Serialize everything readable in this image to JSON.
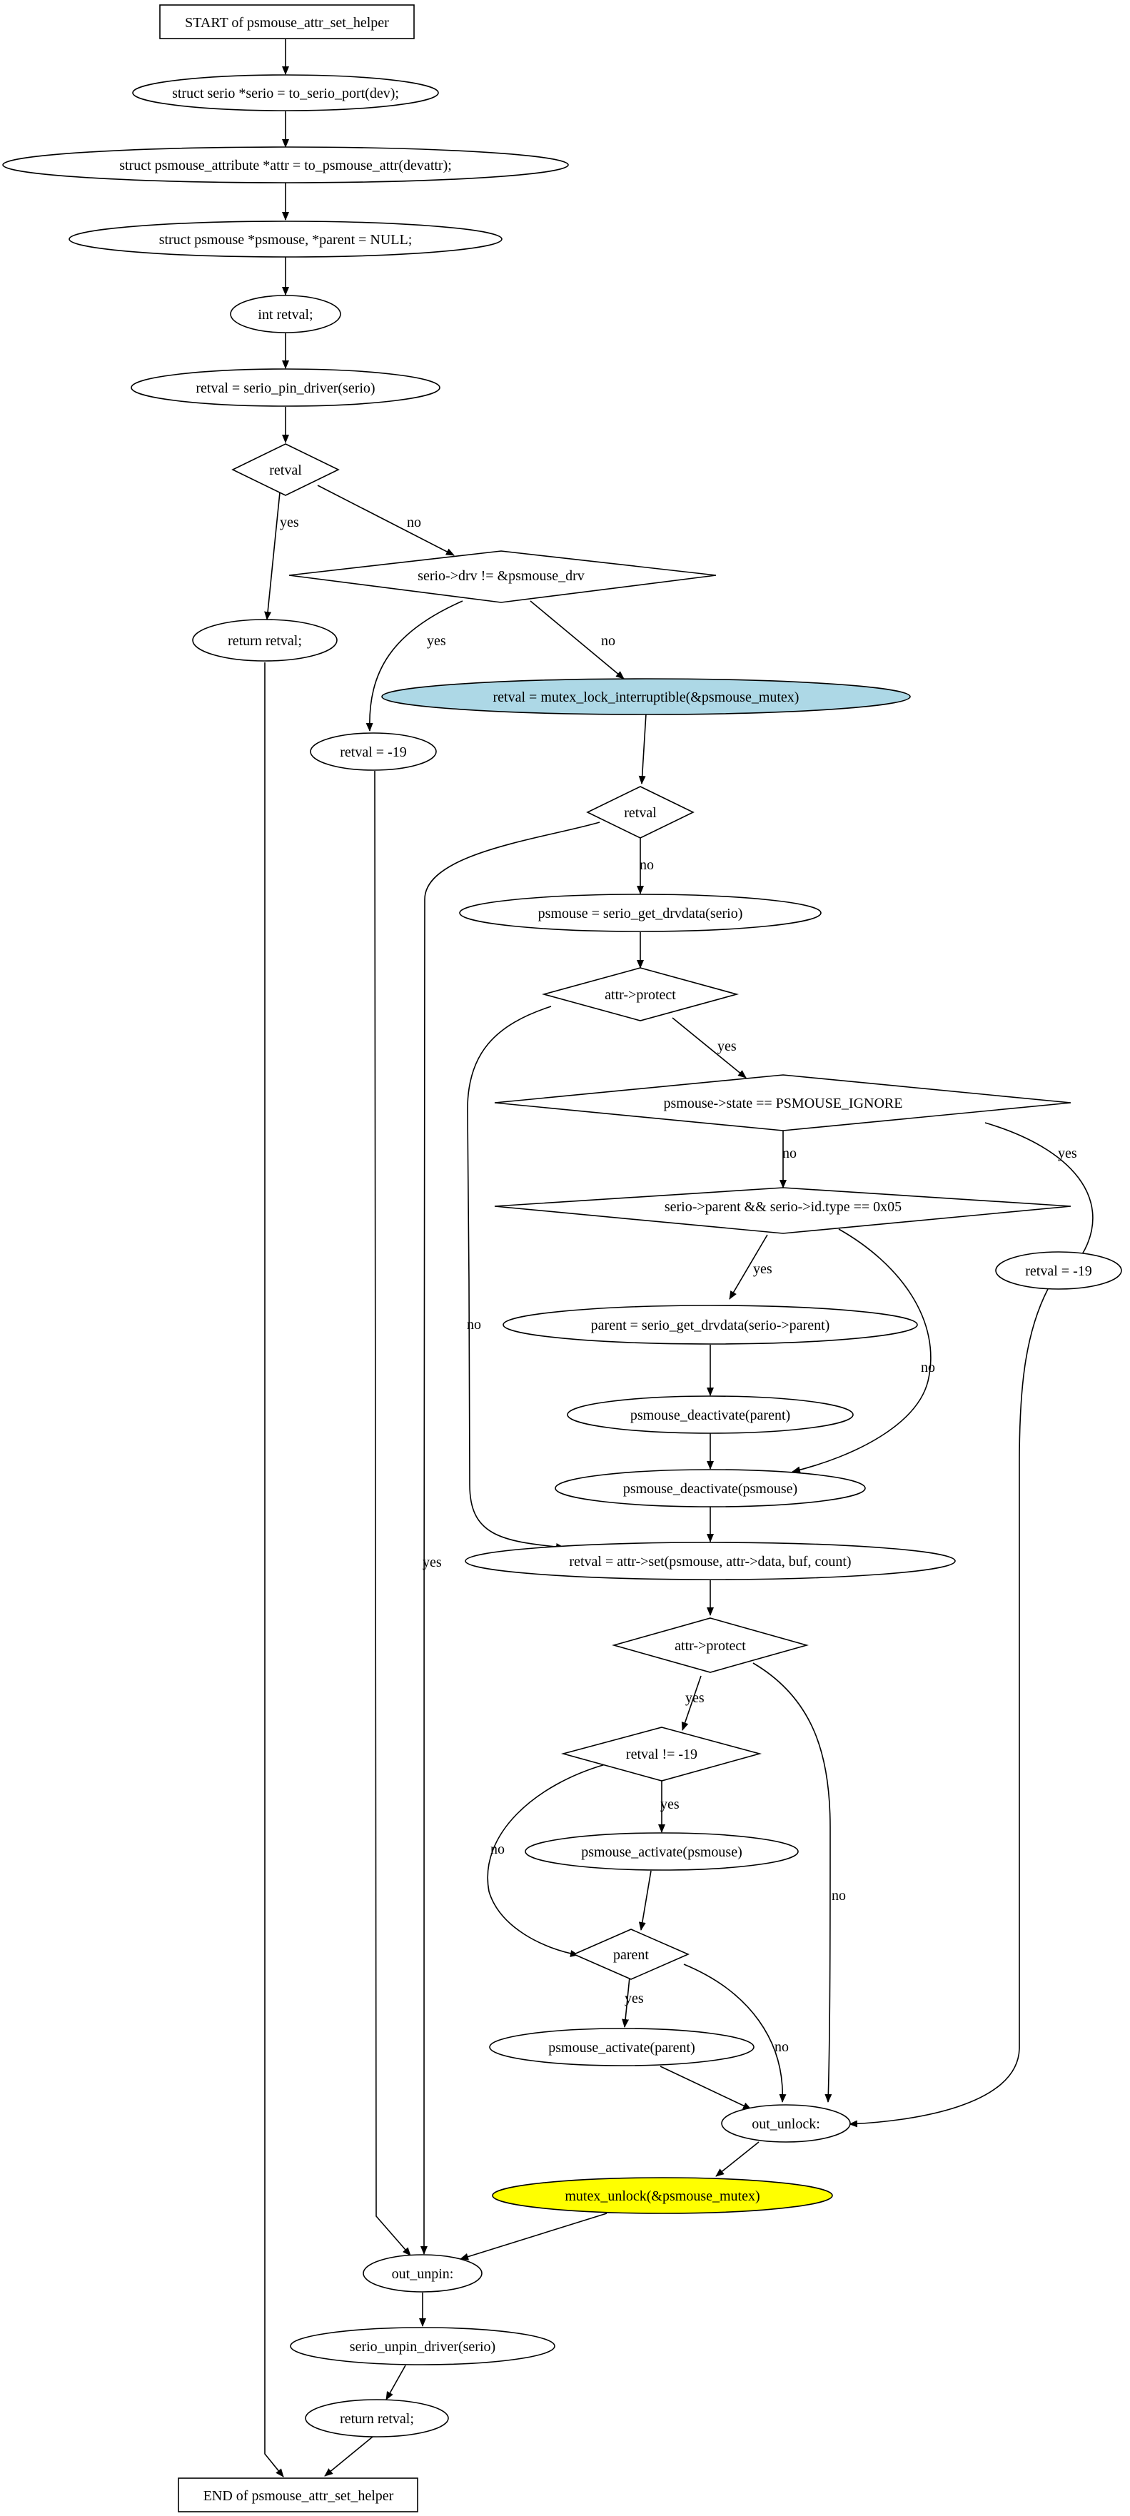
{
  "diagram": {
    "nodes": {
      "start": {
        "label": "START of psmouse_attr_set_helper"
      },
      "serio": {
        "label": "struct serio *serio = to_serio_port(dev);"
      },
      "attr": {
        "label": "struct psmouse_attribute *attr = to_psmouse_attr(devattr);"
      },
      "psmouse_decl": {
        "label": "struct psmouse *psmouse, *parent = NULL;"
      },
      "int_retval": {
        "label": "int retval;"
      },
      "pin": {
        "label": "retval = serio_pin_driver(serio)"
      },
      "d_retval1": {
        "label": "retval"
      },
      "return1": {
        "label": "return retval;"
      },
      "d_drv": {
        "label": "serio->drv != &psmouse_drv"
      },
      "retval_19a": {
        "label": "retval = -19"
      },
      "mutex_lock": {
        "label": "retval = mutex_lock_interruptible(&psmouse_mutex)",
        "fill": "#add8e6"
      },
      "d_retval2": {
        "label": "retval"
      },
      "get_drvdata": {
        "label": "psmouse = serio_get_drvdata(serio)"
      },
      "d_protect1": {
        "label": "attr->protect"
      },
      "d_state": {
        "label": "psmouse->state == PSMOUSE_IGNORE"
      },
      "d_parent_type": {
        "label": "serio->parent && serio->id.type == 0x05"
      },
      "retval_19b": {
        "label": "retval = -19"
      },
      "parent_get": {
        "label": "parent = serio_get_drvdata(serio->parent)"
      },
      "deact_parent": {
        "label": "psmouse_deactivate(parent)"
      },
      "deact_psmouse": {
        "label": "psmouse_deactivate(psmouse)"
      },
      "attr_set": {
        "label": "retval = attr->set(psmouse, attr->data, buf, count)"
      },
      "d_protect2": {
        "label": "attr->protect"
      },
      "d_retval_ne": {
        "label": "retval != -19"
      },
      "act_psmouse": {
        "label": "psmouse_activate(psmouse)"
      },
      "d_parent": {
        "label": "parent"
      },
      "act_parent": {
        "label": "psmouse_activate(parent)"
      },
      "out_unlock": {
        "label": "out_unlock:"
      },
      "mutex_unlock": {
        "label": "mutex_unlock(&psmouse_mutex)",
        "fill": "#ffff00"
      },
      "out_unpin": {
        "label": "out_unpin:"
      },
      "unpin": {
        "label": "serio_unpin_driver(serio)"
      },
      "return2": {
        "label": "return retval;"
      },
      "end": {
        "label": "END of psmouse_attr_set_helper"
      }
    },
    "edge_labels": {
      "yes": "yes",
      "no": "no"
    }
  }
}
